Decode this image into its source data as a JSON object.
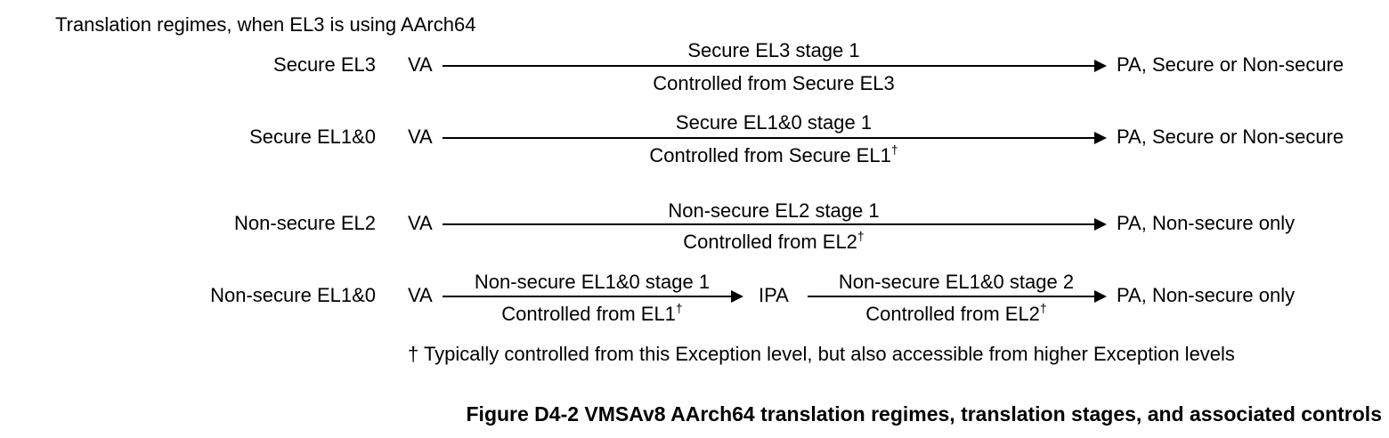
{
  "title": "Translation regimes, when EL3 is using AArch64",
  "rows": [
    {
      "regime": "Secure EL3",
      "va": "VA",
      "stage": "Secure EL3 stage 1",
      "control": "Controlled from Secure EL3",
      "control_mark": "",
      "pa": "PA, Secure or Non-secure"
    },
    {
      "regime": "Secure EL1&0",
      "va": "VA",
      "stage": "Secure EL1&0 stage 1",
      "control": "Controlled from Secure EL1",
      "control_mark": "†",
      "pa": "PA, Secure or Non-secure"
    },
    {
      "regime": "Non-secure EL2",
      "va": "VA",
      "stage": "Non-secure EL2 stage 1",
      "control": "Controlled from EL2",
      "control_mark": "†",
      "pa": "PA, Non-secure only"
    },
    {
      "regime": "Non-secure EL1&0",
      "va": "VA",
      "stage1": "Non-secure EL1&0 stage 1",
      "control1": "Controlled from EL1",
      "control1_mark": "†",
      "ipa": "IPA",
      "stage2": "Non-secure EL1&0 stage 2",
      "control2": "Controlled from EL2",
      "control2_mark": "†",
      "pa": "PA, Non-secure only"
    }
  ],
  "footnote": "† Typically controlled from this Exception level, but also accessible from higher Exception levels",
  "caption": "Figure D4-2 VMSAv8 AArch64 translation regimes, translation stages, and associated controls"
}
